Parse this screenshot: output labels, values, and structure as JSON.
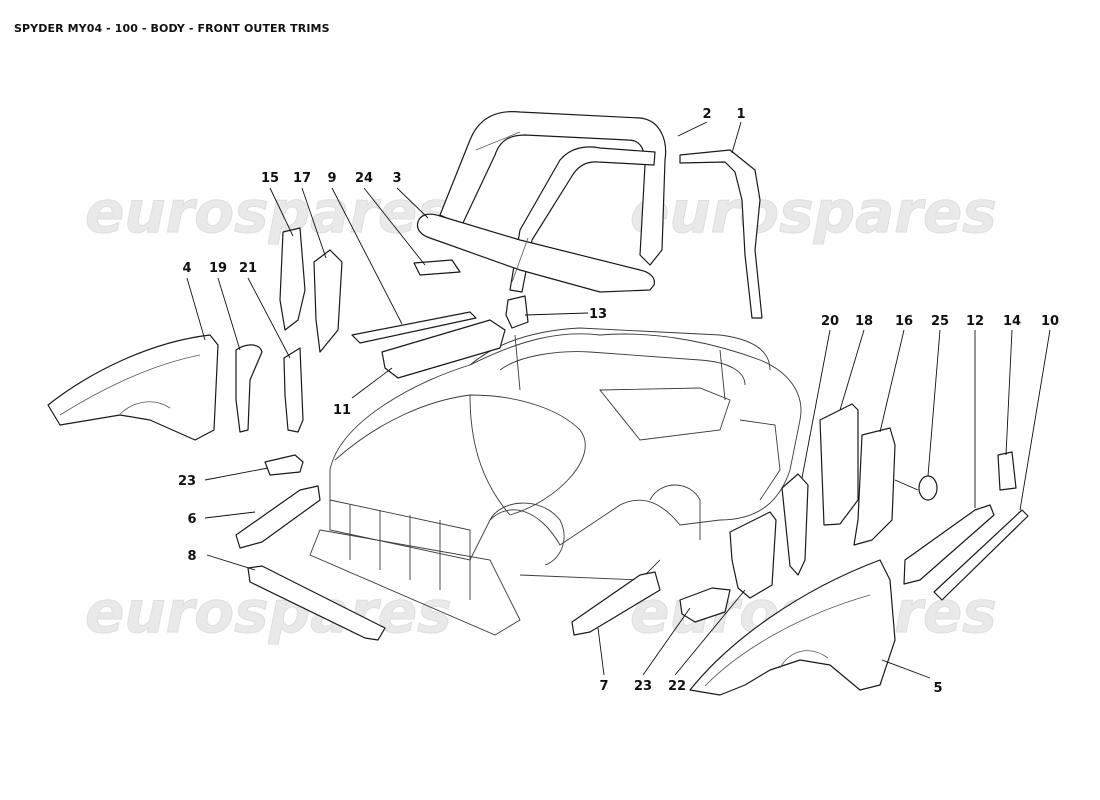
{
  "title": "SPYDER MY04 - 100 - BODY - FRONT OUTER TRIMS",
  "watermark": "eurospares",
  "colors": {
    "line": "#1a1a1a",
    "watermark": "#e9e9e9",
    "background": "#ffffff"
  },
  "callouts": {
    "c1": "1",
    "c2": "2",
    "c3": "3",
    "c4": "4",
    "c5": "5",
    "c6": "6",
    "c7": "7",
    "c8": "8",
    "c9": "9",
    "c10": "10",
    "c11": "11",
    "c12": "12",
    "c13": "13",
    "c14": "14",
    "c15": "15",
    "c16": "16",
    "c17": "17",
    "c18": "18",
    "c19": "19",
    "c20": "20",
    "c21": "21",
    "c22": "22",
    "c23a": "23",
    "c23b": "23",
    "c24": "24",
    "c25": "25"
  }
}
